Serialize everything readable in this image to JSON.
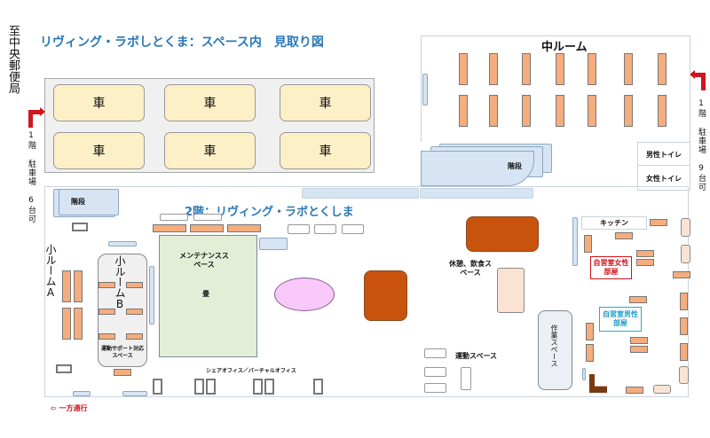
{
  "title": "リヴィング・ラボしとくま：スペース内　見取り図",
  "subtitle": "2階：リヴィング・ラボとくしま",
  "direction_label": "至中央郵便局",
  "parking_left": {
    "label": "1階 駐車場 6台可",
    "cars": [
      "車",
      "車",
      "車",
      "車",
      "車",
      "車"
    ]
  },
  "parking_right": {
    "label": "1階 駐車場 9台可"
  },
  "rooms": {
    "middle_room": "中ルーム",
    "stairs_top": "階段",
    "stairs_left": "階段",
    "mens_toilet": "男性トイレ",
    "womens_toilet": "女性トイレ",
    "small_room_a": "小ルームA",
    "small_room_b": "小ルームB",
    "exercise_support": "運動サポート対応スペース",
    "maintenance": "メンテナンススペース",
    "tatami": "畳",
    "rest_dining": "休憩、飲食スペース",
    "work_space": "作業スペース",
    "exercise_space": "運動スペース",
    "share_office": "シェアオフィス／バーチャルオフィス",
    "kitchen": "キッチン",
    "study_women": "自習室女性部屋",
    "study_men": "自習室男性部屋"
  },
  "one_way": "⇦ 一方通行",
  "colors": {
    "title": "#2a78b8",
    "arrow": "#d1141e",
    "desk": "#f5ad7d",
    "tatami": "#e2eed6"
  }
}
